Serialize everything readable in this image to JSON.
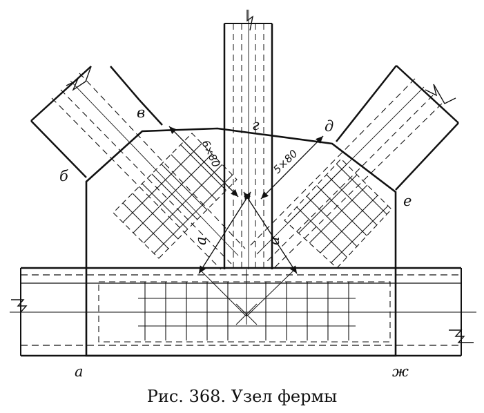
{
  "caption": "Рис. 368. Узел фермы",
  "points": {
    "a": "а",
    "b": "б",
    "v": "в",
    "g": "г",
    "d": "д",
    "e": "е",
    "zh": "ж"
  },
  "weld_left": "6×80",
  "weld_right": "5×80",
  "dim_left": "а",
  "dim_right": "а"
}
